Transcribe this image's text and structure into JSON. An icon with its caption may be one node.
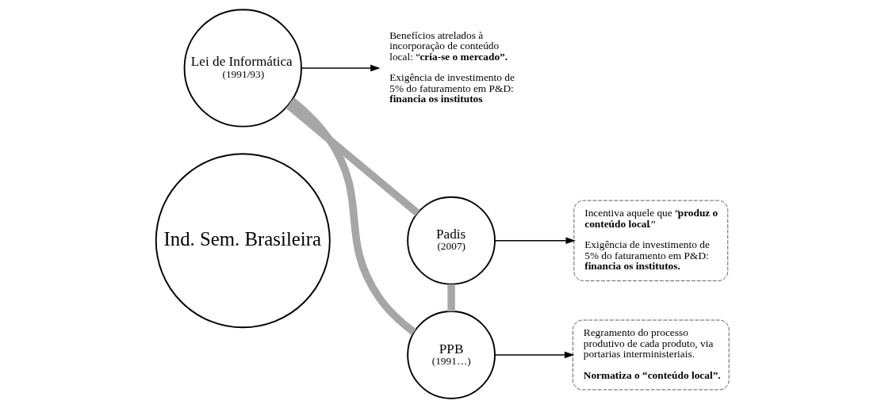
{
  "diagram": {
    "nodes": [
      {
        "text": [
          "Regramento do processo produtivo de cada produto, via portarias interministeriais.",
          "**Normatiza o “conteúdo local”.**"
        ]
      },
      {
        "text": [
          "Lei de Informática",
          "(1991/93)"
        ]
      },
      {
        "text": [
          "Benefícios atrelados à incorporação de conteúdo local: “**cria-se o mercado”.**",
          "Exigência de investimento de 5% do faturamento em P&D: **financia os institutos**."
        ]
      },
      {
        "text": [
          "Ind. Sem. Brasileira"
        ]
      },
      {
        "text": [
          "PPB",
          "(1991…)"
        ]
      },
      {
        "text": [
          "Padis",
          "(2007)"
        ]
      },
      {
        "text": [
          "Incentiva aquele que “**produz o conteúdo local**.”",
          "Exigência de investimento de 5% do faturamento em P&D: **financia os institutos.**"
        ]
      }
    ],
    "edges": [
      {
        "from": 1,
        "to": 2,
        "arrow": "to"
      },
      {
        "from": 4,
        "to": 0,
        "arrow": "to"
      },
      {
        "from": 5,
        "to": 6,
        "arrow": "to"
      },
      {
        "from": 1,
        "to": 5,
        "arrow": "none",
        "style": "thick",
        "color": "#a6a6a6"
      },
      {
        "from": 5,
        "to": 4,
        "arrow": "none",
        "style": "thick",
        "color": "#a6a6a6"
      },
      {
        "from": 4,
        "to": 1,
        "arrow": "none",
        "style": "thick",
        "color": "#a6a6a6"
      }
    ]
  }
}
